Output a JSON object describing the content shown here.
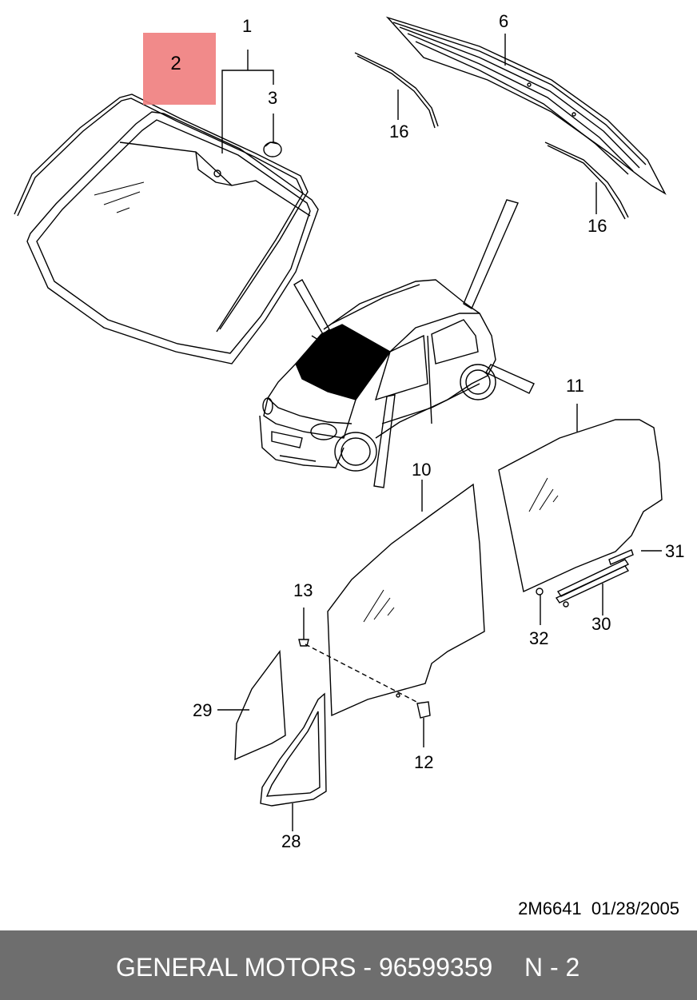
{
  "highlight": {
    "label": "2",
    "color": "#f08080"
  },
  "callouts": {
    "c1": "1",
    "c3": "3",
    "c6": "6",
    "c16a": "16",
    "c16b": "16",
    "c11": "11",
    "c10": "10",
    "c13": "13",
    "c31": "31",
    "c30": "30",
    "c32": "32",
    "c29": "29",
    "c12": "12",
    "c28": "28"
  },
  "drawing_code": "2M6641  01/28/2005",
  "footer": {
    "text": "GENERAL MOTORS - 96599359",
    "page": "N - 2",
    "background": "#6e6e6e"
  }
}
